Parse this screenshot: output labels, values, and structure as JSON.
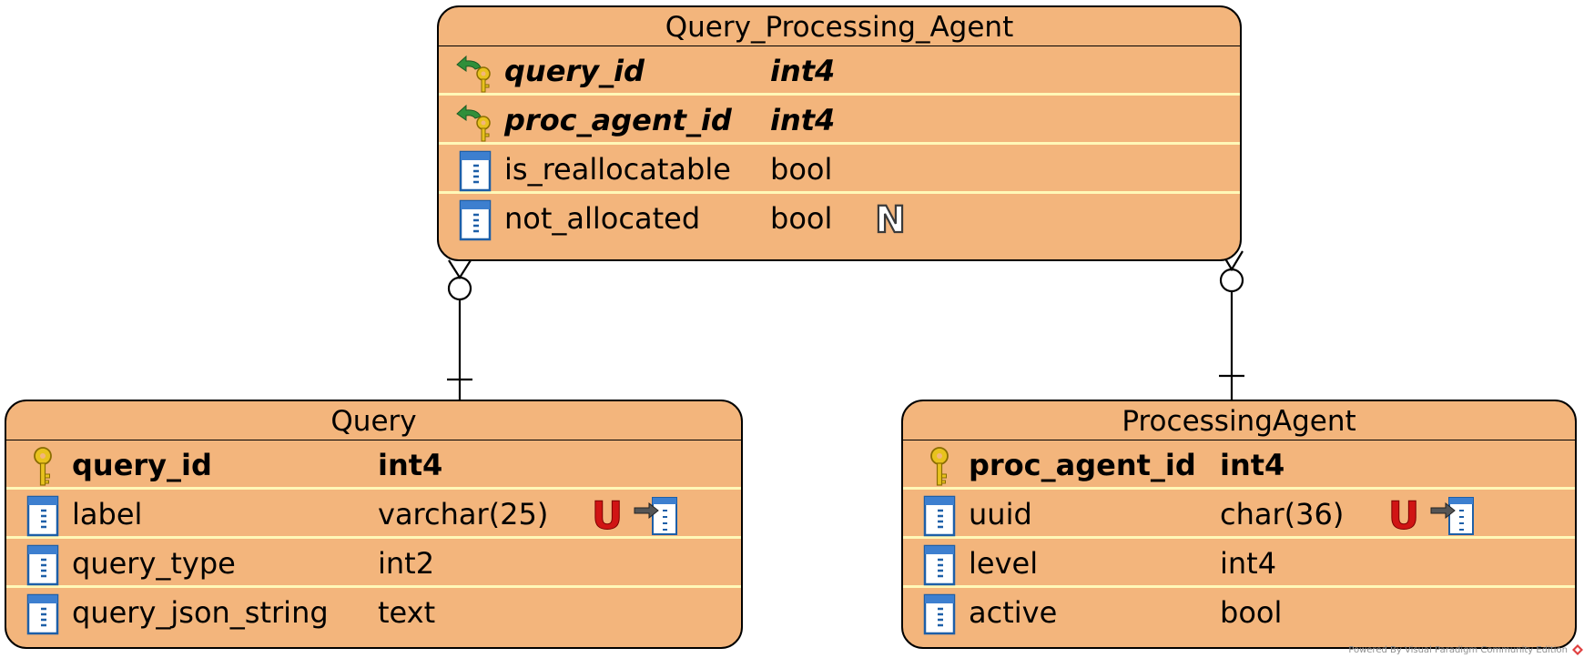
{
  "entities": [
    {
      "title": "Query_Processing_Agent",
      "columns": [
        {
          "name": "query_id",
          "type": "int4",
          "kind": "fk"
        },
        {
          "name": "proc_agent_id",
          "type": "int4",
          "kind": "fk"
        },
        {
          "name": "is_reallocatable",
          "type": "bool",
          "kind": "col"
        },
        {
          "name": "not_allocated",
          "type": "bool",
          "kind": "col",
          "badges": [
            "nullable"
          ]
        }
      ]
    },
    {
      "title": "Query",
      "columns": [
        {
          "name": "query_id",
          "type": "int4",
          "kind": "pk"
        },
        {
          "name": "label",
          "type": "varchar(25)",
          "kind": "col",
          "badges": [
            "unique",
            "index"
          ]
        },
        {
          "name": "query_type",
          "type": "int2",
          "kind": "col"
        },
        {
          "name": "query_json_string",
          "type": "text",
          "kind": "col"
        }
      ]
    },
    {
      "title": "ProcessingAgent",
      "columns": [
        {
          "name": "proc_agent_id",
          "type": "int4",
          "kind": "pk"
        },
        {
          "name": "uuid",
          "type": "char(36)",
          "kind": "col",
          "badges": [
            "unique",
            "index"
          ]
        },
        {
          "name": "level",
          "type": "int4",
          "kind": "col"
        },
        {
          "name": "active",
          "type": "bool",
          "kind": "col"
        }
      ]
    }
  ],
  "badge_labels": {
    "unique": "U",
    "nullable": "N"
  },
  "relationships": [
    {
      "from": "Query",
      "to": "Query_Processing_Agent",
      "from_cardinality": "exactly-one",
      "to_cardinality": "zero-or-many"
    },
    {
      "from": "ProcessingAgent",
      "to": "Query_Processing_Agent",
      "from_cardinality": "exactly-one",
      "to_cardinality": "zero-or-many"
    }
  ],
  "icons": {
    "pk": "primary-key-icon",
    "fk": "foreign-key-icon",
    "col": "column-icon",
    "unique": "unique-badge-icon",
    "nullable": "nullable-badge-icon",
    "index": "index-badge-icon"
  },
  "colors": {
    "entity_fill": "#f3b57c",
    "row_divider": "#fff8b8",
    "border": "#000000"
  },
  "watermark": "Powered By Visual Paradigm Community Edition"
}
